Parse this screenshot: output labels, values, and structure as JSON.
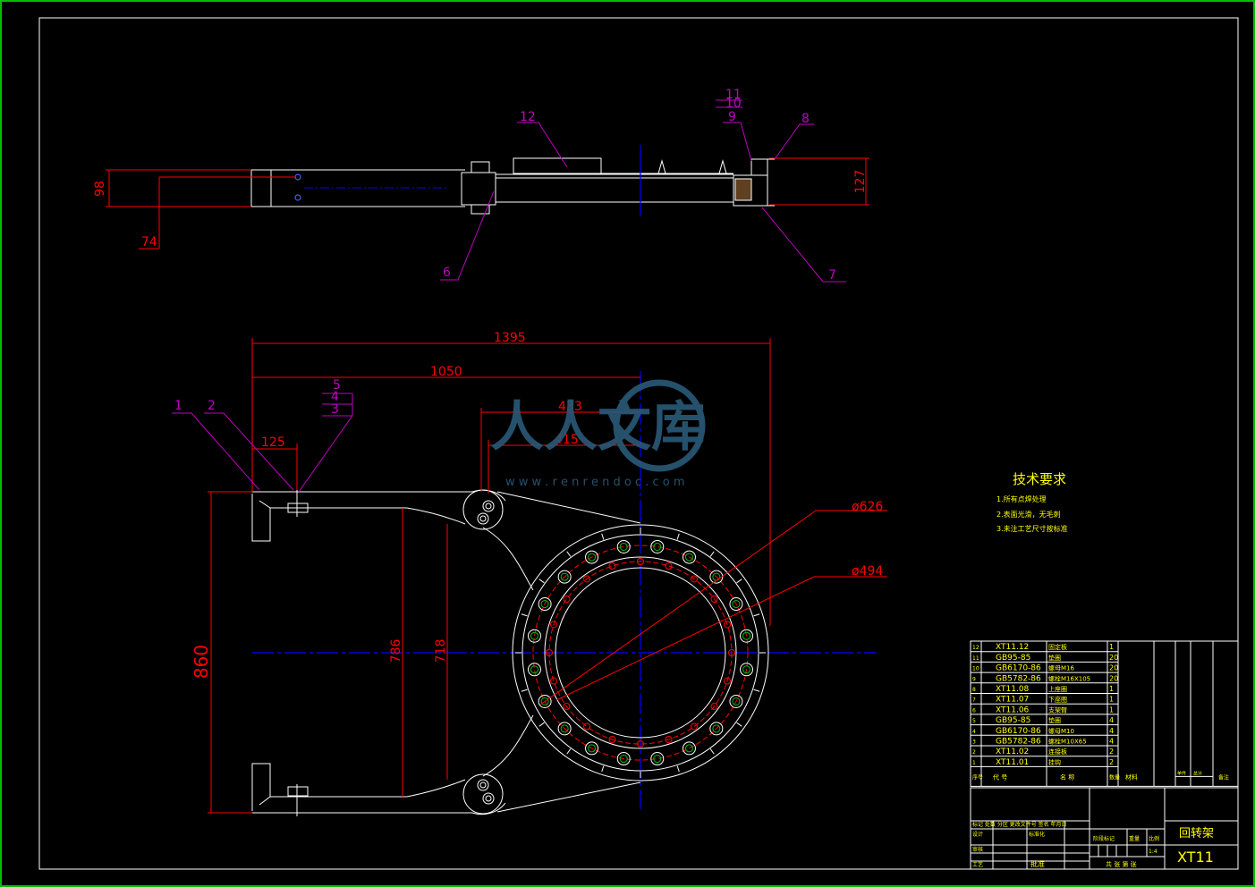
{
  "colors": {
    "background": "#000000",
    "frame": "#00c000",
    "outline": "#ffffff",
    "dimension": "#ff0000",
    "leader": "#c000c0",
    "text_yellow": "#ffff00",
    "centerline": "#0000ff",
    "watermark": "#2a5a78"
  },
  "top_view": {
    "labels": [
      "12",
      "11",
      "10",
      "9",
      "8",
      "6",
      "7"
    ],
    "dims": {
      "height_left": "98",
      "height_inner": "74",
      "height_right": "127"
    }
  },
  "main_view": {
    "part_labels": [
      "1",
      "2",
      "5",
      "4",
      "3"
    ],
    "dims": {
      "overall_length": "1395",
      "length_to_center": "1050",
      "d433": "433",
      "d415": "415",
      "d125": "125",
      "height_860": "860",
      "height_786": "786",
      "height_718": "718",
      "dia_outer": "ø626",
      "dia_inner": "ø494"
    }
  },
  "watermark": {
    "brand": "人人文库",
    "url": "w w w . r e n r e n d o c . c o m"
  },
  "tech_requirements": {
    "title": "技术要求",
    "items": [
      "1.所有点焊处理",
      "2.表面光滑，无毛刺",
      "3.未注工艺尺寸按标准"
    ]
  },
  "bom": {
    "rows": [
      {
        "no": "12",
        "code": "XT11.12",
        "name": "固定板",
        "qty": "1"
      },
      {
        "no": "11",
        "code": "GB95-85",
        "name": "垫圈",
        "qty": "20"
      },
      {
        "no": "10",
        "code": "GB6170-86",
        "name": "螺母M16",
        "qty": "20"
      },
      {
        "no": "9",
        "code": "GB5782-86",
        "name": "螺栓M16X105",
        "qty": "20"
      },
      {
        "no": "8",
        "code": "XT11.08",
        "name": "上座圈",
        "qty": "1"
      },
      {
        "no": "7",
        "code": "XT11.07",
        "name": "下座圈",
        "qty": "1"
      },
      {
        "no": "6",
        "code": "XT11.06",
        "name": "支架臂",
        "qty": "1"
      },
      {
        "no": "5",
        "code": "GB95-85",
        "name": "垫圈",
        "qty": "4"
      },
      {
        "no": "4",
        "code": "GB6170-86",
        "name": "螺母M10",
        "qty": "4"
      },
      {
        "no": "3",
        "code": "GB5782-86",
        "name": "螺栓M10X65",
        "qty": "4"
      },
      {
        "no": "2",
        "code": "XT11.02",
        "name": "连接板",
        "qty": "2"
      },
      {
        "no": "1",
        "code": "XT11.01",
        "name": "挂钩",
        "qty": "2"
      }
    ],
    "header": {
      "no": "序号",
      "code": "代   号",
      "name": "名   称",
      "qty": "数量",
      "material": "材料",
      "w1": "单件",
      "w2": "总计",
      "note": "备注"
    }
  },
  "title_block": {
    "part_name": "回转架",
    "drawing_no": "XT11",
    "scale": "1:4",
    "left_row_labels": "标记 处数 分区 更改文件号 签名 年月日",
    "design_label": "设计",
    "std_label": "标准化",
    "review_label": "审核",
    "process_label": "工艺",
    "approve_label": "批准",
    "stage_label": "阶段标记",
    "weight_label": "重量",
    "scale_label": "比例",
    "sheets_label": "共  张  第  张"
  }
}
